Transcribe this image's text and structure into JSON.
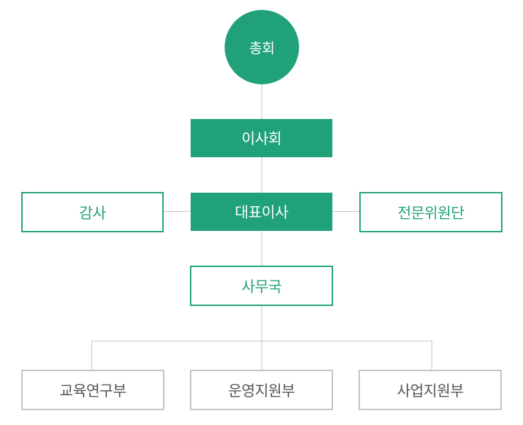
{
  "org_chart": {
    "root": "총회",
    "board": "이사회",
    "ceo": "대표이사",
    "auditor": "감사",
    "committee": "전문위원단",
    "secretariat": "사무국",
    "departments": [
      "교육연구부",
      "운영지원부",
      "사업지원부"
    ]
  },
  "colors": {
    "primary": "#21a17a",
    "connector": "#c8c8c8",
    "department_border": "#c4c4c4",
    "department_text": "#555555"
  }
}
